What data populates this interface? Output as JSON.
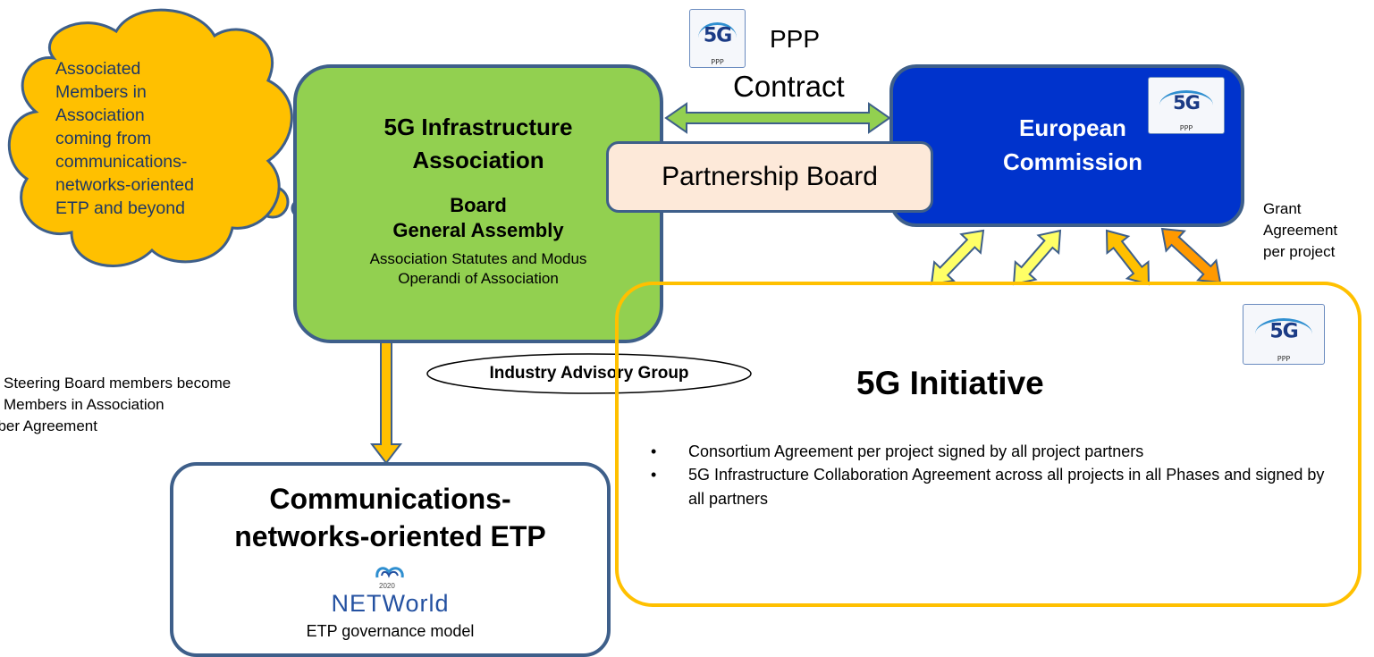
{
  "colors": {
    "association_fill": "#92d050",
    "commission_fill": "#0033cc",
    "partnership_fill": "#fde9d9",
    "initiative_border": "#ffc000",
    "cloud_fill": "#ffc000",
    "border_blue": "#3e5f8a",
    "arrow_green": "#92d050",
    "arrow_yellow": "#ffc000",
    "arrow_light_yellow": "#ffff66",
    "arrow_orange": "#ff9900",
    "networld_blue": "#2451a1"
  },
  "cloud": {
    "text_lines": [
      "Associated",
      "Members in",
      "Association",
      "coming from",
      "communications-",
      "networks-oriented",
      "ETP and beyond"
    ]
  },
  "association": {
    "title_line1": "5G Infrastructure",
    "title_line2": "Association",
    "board": "Board",
    "general_assembly": "General Assembly",
    "statutes_line1": "Association Statutes and Modus",
    "statutes_line2": "Operandi of Association"
  },
  "commission": {
    "title_line1": "European",
    "title_line2": "Commission"
  },
  "partnership_board": "Partnership Board",
  "ppp_contract": {
    "line1": "PPP",
    "line2": "Contract"
  },
  "grant": {
    "line1": "Grant",
    "line2": "Agreement",
    "line3": "per project"
  },
  "industry_advisory_group": "Industry Advisory Group",
  "steering": {
    "line1": "Steering Board members become",
    "line2": "Members in Association",
    "line3": "nber Agreement"
  },
  "initiative": {
    "title": "5G Initiative",
    "bullets": [
      "Consortium Agreement per project signed by all project partners",
      "5G Infrastructure Collaboration Agreement across all projects in all Phases and signed by all partners"
    ]
  },
  "etp": {
    "title_line1": "Communications-",
    "title_line2": "networks-oriented ETP",
    "logo_text": "NETWorld",
    "logo_year": "2020",
    "governance": "ETP governance model"
  },
  "logo_5g": {
    "mark": "5G",
    "sub": "PPP"
  },
  "icons": [
    "cloud-shape",
    "5g-ppp-logo",
    "networld-2020-logo"
  ]
}
